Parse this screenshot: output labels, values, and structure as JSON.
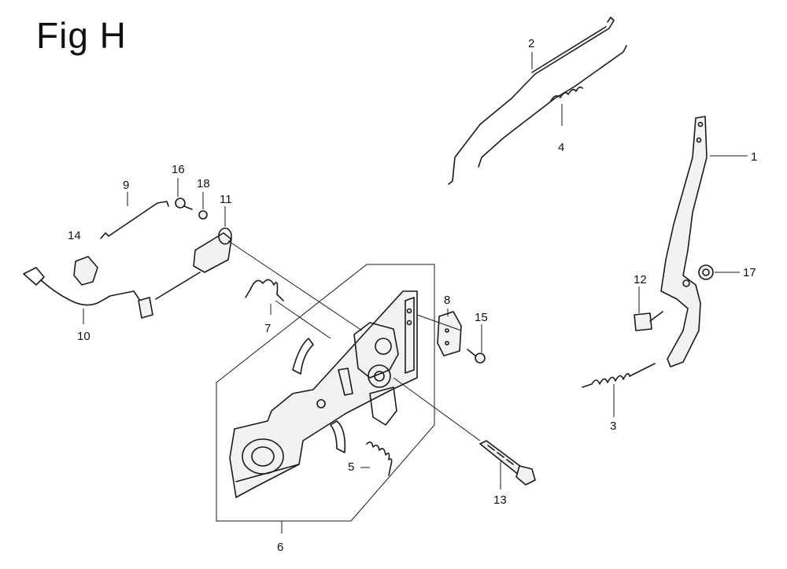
{
  "title": "Fig H",
  "callouts": [
    {
      "id": "c1",
      "label": "1"
    },
    {
      "id": "c2",
      "label": "2"
    },
    {
      "id": "c3",
      "label": "3"
    },
    {
      "id": "c4",
      "label": "4"
    },
    {
      "id": "c5",
      "label": "5"
    },
    {
      "id": "c6",
      "label": "6"
    },
    {
      "id": "c7",
      "label": "7"
    },
    {
      "id": "c8",
      "label": "8"
    },
    {
      "id": "c9",
      "label": "9"
    },
    {
      "id": "c10",
      "label": "10"
    },
    {
      "id": "c11",
      "label": "11"
    },
    {
      "id": "c12",
      "label": "12"
    },
    {
      "id": "c13",
      "label": "13"
    },
    {
      "id": "c14",
      "label": "14"
    },
    {
      "id": "c15",
      "label": "15"
    },
    {
      "id": "c16",
      "label": "16"
    },
    {
      "id": "c17",
      "label": "17"
    },
    {
      "id": "c18",
      "label": "18"
    }
  ]
}
